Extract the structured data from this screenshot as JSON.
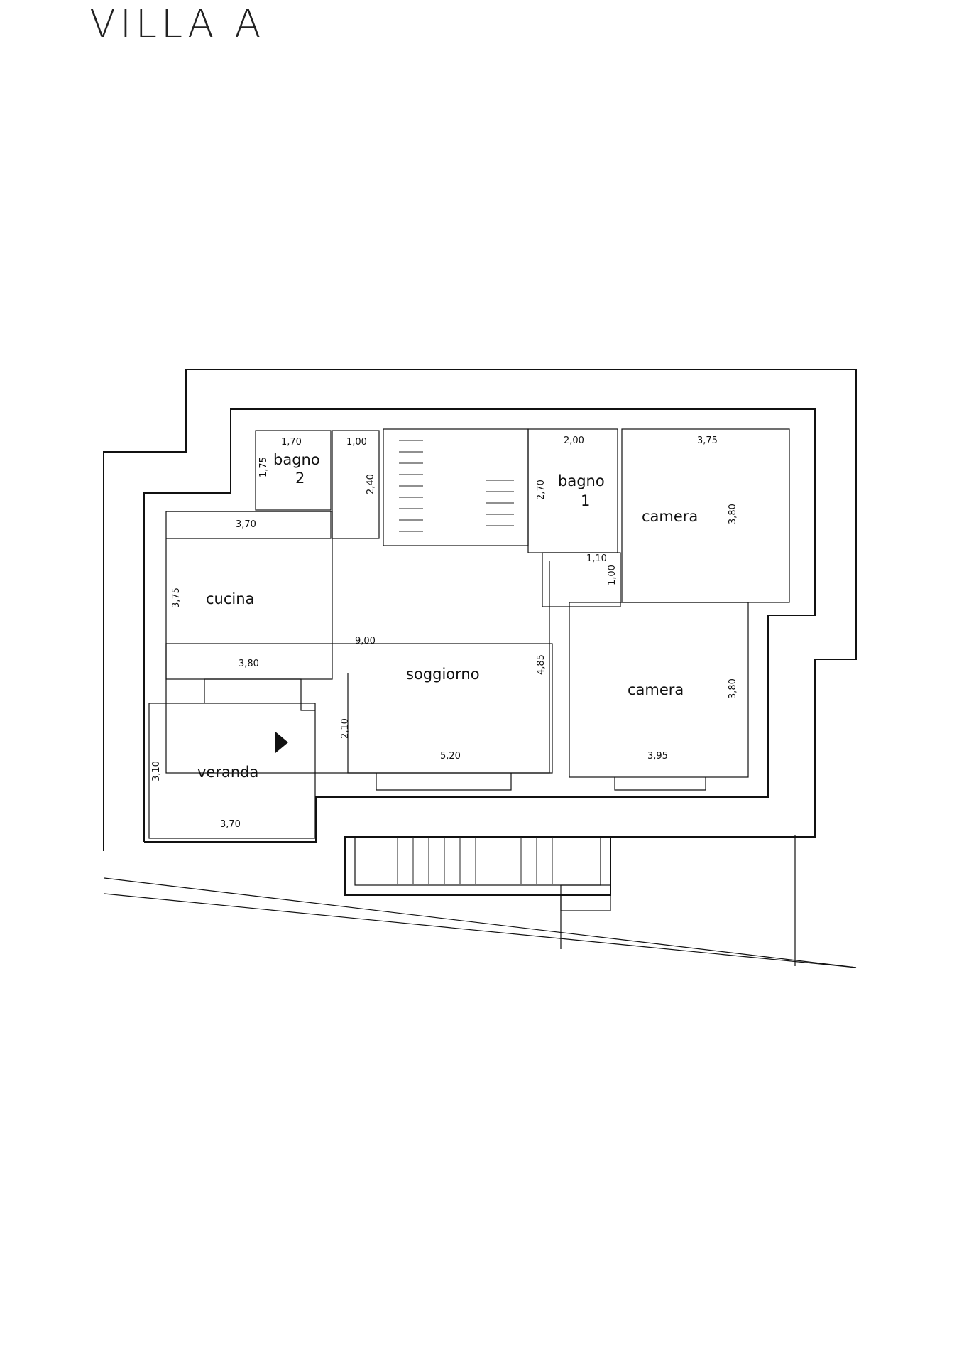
{
  "title": "VILLA A",
  "rooms": {
    "bagno2": {
      "line1": "bagno",
      "line2": "2"
    },
    "bagno1": {
      "line1": "bagno",
      "line2": "1"
    },
    "camera_top": "camera",
    "camera_bottom": "camera",
    "cucina": "cucina",
    "soggiorno": "soggiorno",
    "veranda": "veranda"
  },
  "dimensions": {
    "bagno2_width": "1,70",
    "bagno2_depth": "1,75",
    "closet_width": "1,00",
    "closet_depth": "2,40",
    "bagno1_width": "2,00",
    "bagno1_depth": "2,70",
    "camera_top_width": "3,75",
    "camera_top_depth": "3,80",
    "cucina_width": "3,70",
    "cucina_depth": "3,75",
    "overall_width": "9,00",
    "soggiorno_depth": "4,85",
    "hall_width": "1,10",
    "hall_depth": "1,00",
    "veranda_top_width": "3,80",
    "veranda_step": "2,10",
    "veranda_depth": "3,10",
    "veranda_width": "3,70",
    "soggiorno_width": "5,20",
    "camera_bottom_width": "3,95",
    "camera_bottom_depth": "3,80"
  }
}
